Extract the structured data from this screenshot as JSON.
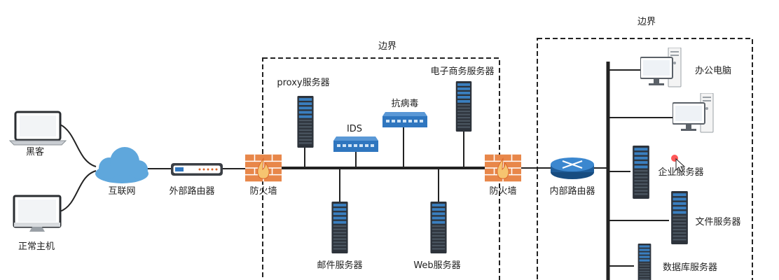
{
  "labels": {
    "hacker": "黑客",
    "normal_host": "正常主机",
    "internet": "互联网",
    "external_router": "外部路由器",
    "firewall_left": "防火墙",
    "firewall_right": "防火墙",
    "boundary_dmz": "边界",
    "boundary_internal": "边界",
    "proxy_server": "proxy服务器",
    "ids": "IDS",
    "antivirus": "抗病毒",
    "ecommerce_server": "电子商务服务器",
    "mail_server": "邮件服务器",
    "web_server": "Web服务器",
    "internal_router": "内部路由器",
    "office_pc": "办公电脑",
    "enterprise_server": "企业服务器",
    "file_server": "文件服务器",
    "database_server": "数据库服务器"
  },
  "colors": {
    "cloud": "#5fa7dc",
    "firewall_brick": "#e8874a",
    "firewall_flame": "#f6c470",
    "switch_blue": "#2f76bf",
    "router_blue": "#1f5d9a",
    "server_dark": "#2d333b",
    "server_light": "#3a7fc0",
    "line": "#222222"
  }
}
